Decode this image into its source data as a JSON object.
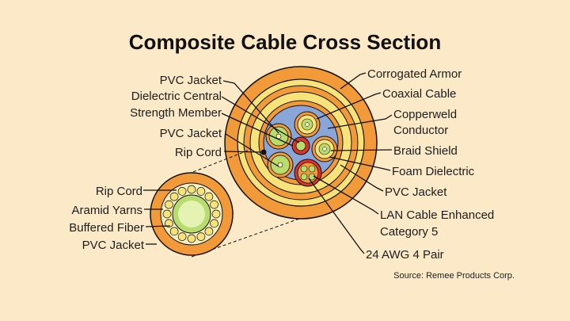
{
  "title": "Composite Cable Cross Section",
  "source": "Source: Remee Products Corp.",
  "left_labels": {
    "pvc_jacket_1": "PVC Jacket",
    "dielectric_central": "Dielectric Central",
    "strength_member": "Strength Member",
    "pvc_jacket_2": "PVC Jacket",
    "rip_cord": "Rip Cord"
  },
  "right_labels": {
    "corrogated_armor": "Corrogated Armor",
    "coaxial_cable": "Coaxial Cable",
    "copperweld": "Copperweld",
    "conductor": "Conductor",
    "braid_shield": "Braid Shield",
    "foam_dielectric": "Foam Dielectric",
    "pvc_jacket": "PVC Jacket",
    "lan_cable_enhanced": "LAN Cable Enhanced",
    "category_5": "Category 5",
    "awg_pair": "24 AWG 4 Pair"
  },
  "fiber_labels": {
    "rip_cord": "Rip Cord",
    "aramid_yarns": "Aramid Yarns",
    "buffered_fiber": "Buffered Fiber",
    "pvc_jacket": "PVC Jacket"
  },
  "colors": {
    "background": "#fbe9c8",
    "orange": "#f29a3a",
    "yellow": "#f8e27a",
    "blue": "#8aa6d8",
    "green": "#b8dc6e",
    "pale_green": "#e4f2b4",
    "red": "#d8342a",
    "cream": "#f7efc0",
    "black": "#111111"
  }
}
